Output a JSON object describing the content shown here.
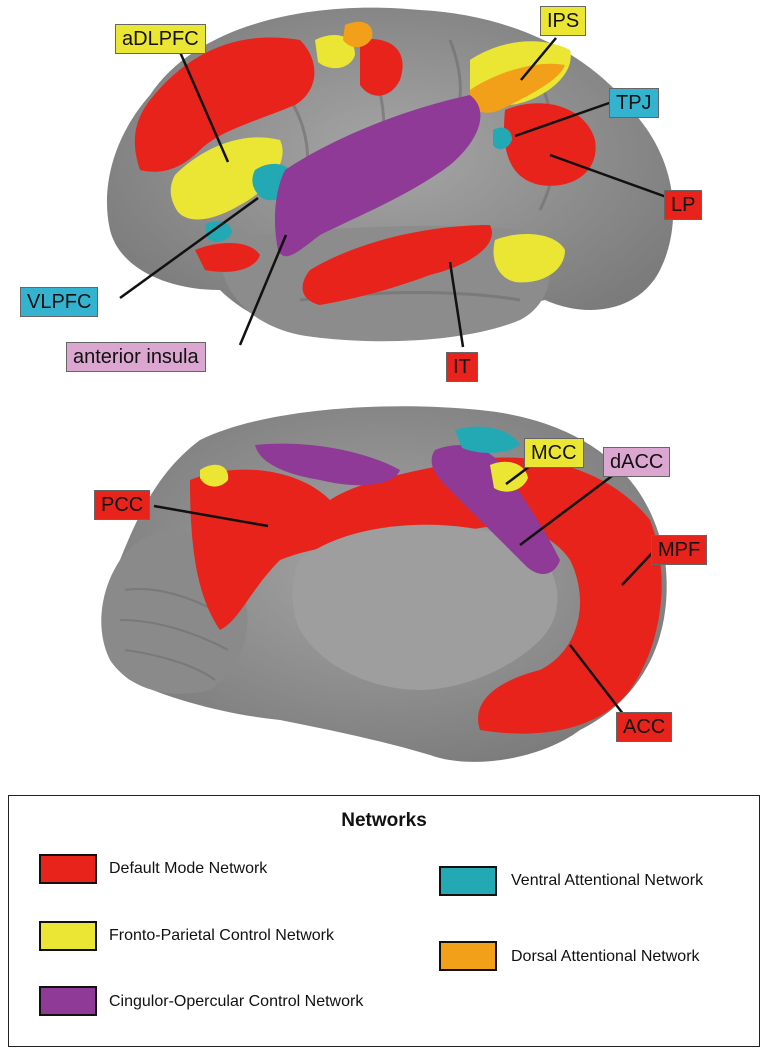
{
  "labels": {
    "aDLPFC": "aDLPFC",
    "IPS": "IPS",
    "TPJ": "TPJ",
    "LP": "LP",
    "VLPFC": "VLPFC",
    "anterior_insula": "anterior insula",
    "IT": "IT",
    "MCC": "MCC",
    "dACC": "dACC",
    "PCC": "PCC",
    "MPF": "MPF",
    "ACC": "ACC"
  },
  "legend": {
    "title": "Networks",
    "items": [
      {
        "label": "Default Mode Network",
        "color": "#e8231c"
      },
      {
        "label": "Fronto-Parietal Control Network",
        "color": "#ebe533"
      },
      {
        "label": "Cingulor-Opercular Control Network",
        "color": "#8e3a96"
      },
      {
        "label": "Ventral Attentional Network",
        "color": "#22a9b4"
      },
      {
        "label": "Dorsal Attentional Network",
        "color": "#f2a019"
      }
    ]
  },
  "colors": {
    "cortex_gray": "#9a9a9a",
    "default_mode": "#e8231c",
    "fronto_parietal": "#ebe533",
    "cingulo_opercular": "#8e3a96",
    "ventral_attention": "#22a9b4",
    "dorsal_attention": "#f2a019"
  }
}
